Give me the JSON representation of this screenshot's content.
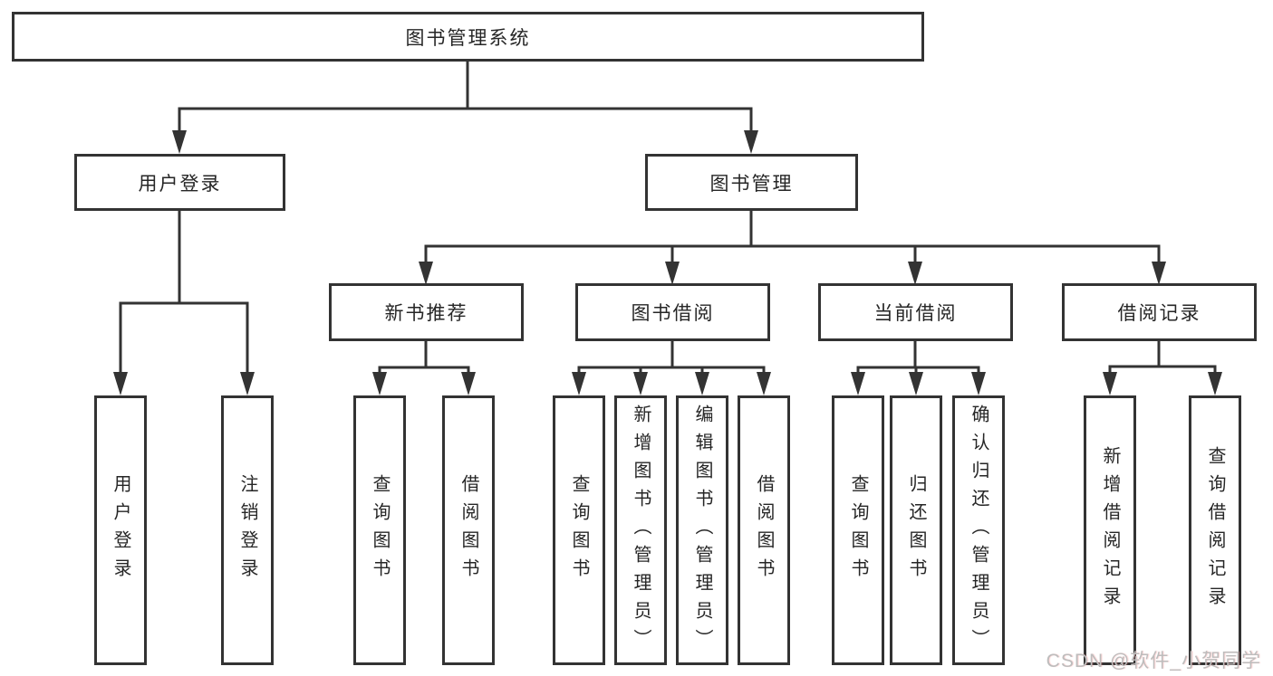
{
  "hierarchy": {
    "root": "图书管理系统",
    "children": [
      {
        "label": "用户登录",
        "children": [
          "用户登录",
          "注销登录"
        ]
      },
      {
        "label": "图书管理",
        "children": [
          {
            "label": "新书推荐",
            "children": [
              "查询图书",
              "借阅图书"
            ]
          },
          {
            "label": "图书借阅",
            "children": [
              "查询图书",
              "新增图书（管理员）",
              "编辑图书（管理员）",
              "借阅图书"
            ]
          },
          {
            "label": "当前借阅",
            "children": [
              "查询图书",
              "归还图书",
              "确认归还（管理员）"
            ]
          },
          {
            "label": "借阅记录",
            "children": [
              "新增借阅记录",
              "查询借阅记录"
            ]
          }
        ]
      }
    ]
  },
  "watermark": {
    "text": "CSDN @软件_小贺同学"
  },
  "colors": {
    "line": "#333333",
    "text": "#262626",
    "box_bg": "#ffffff",
    "watermark": "#bdbdbd"
  }
}
